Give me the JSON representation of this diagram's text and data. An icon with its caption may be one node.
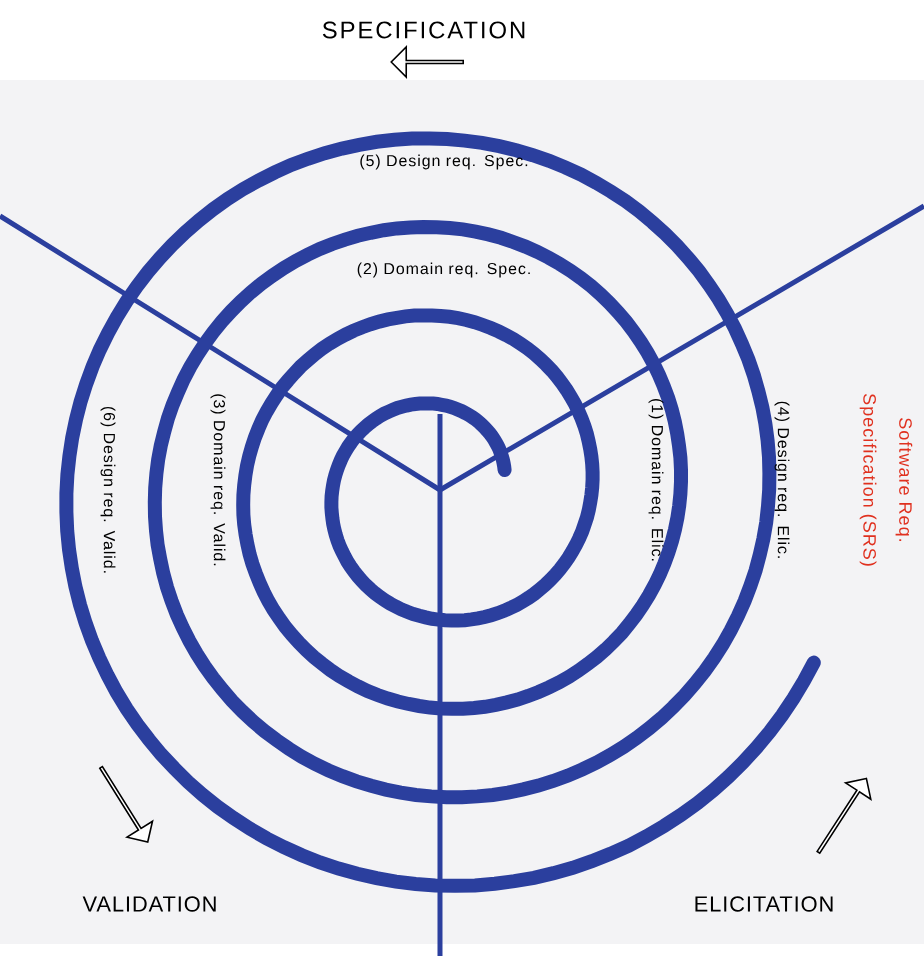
{
  "diagram": {
    "labels": [
      "SPECIFICATION",
      "(5) Design req. Spec.",
      "(2) Domain req. Spec.",
      "(6) Design req. Valid.",
      "(3) Domain req. Valid.",
      "(1) Domain req. Elic.",
      "(4) Design req. Elic.",
      "Software Req. Specification (SRS)",
      "VALIDATION",
      "ELICITATION"
    ]
  }
}
